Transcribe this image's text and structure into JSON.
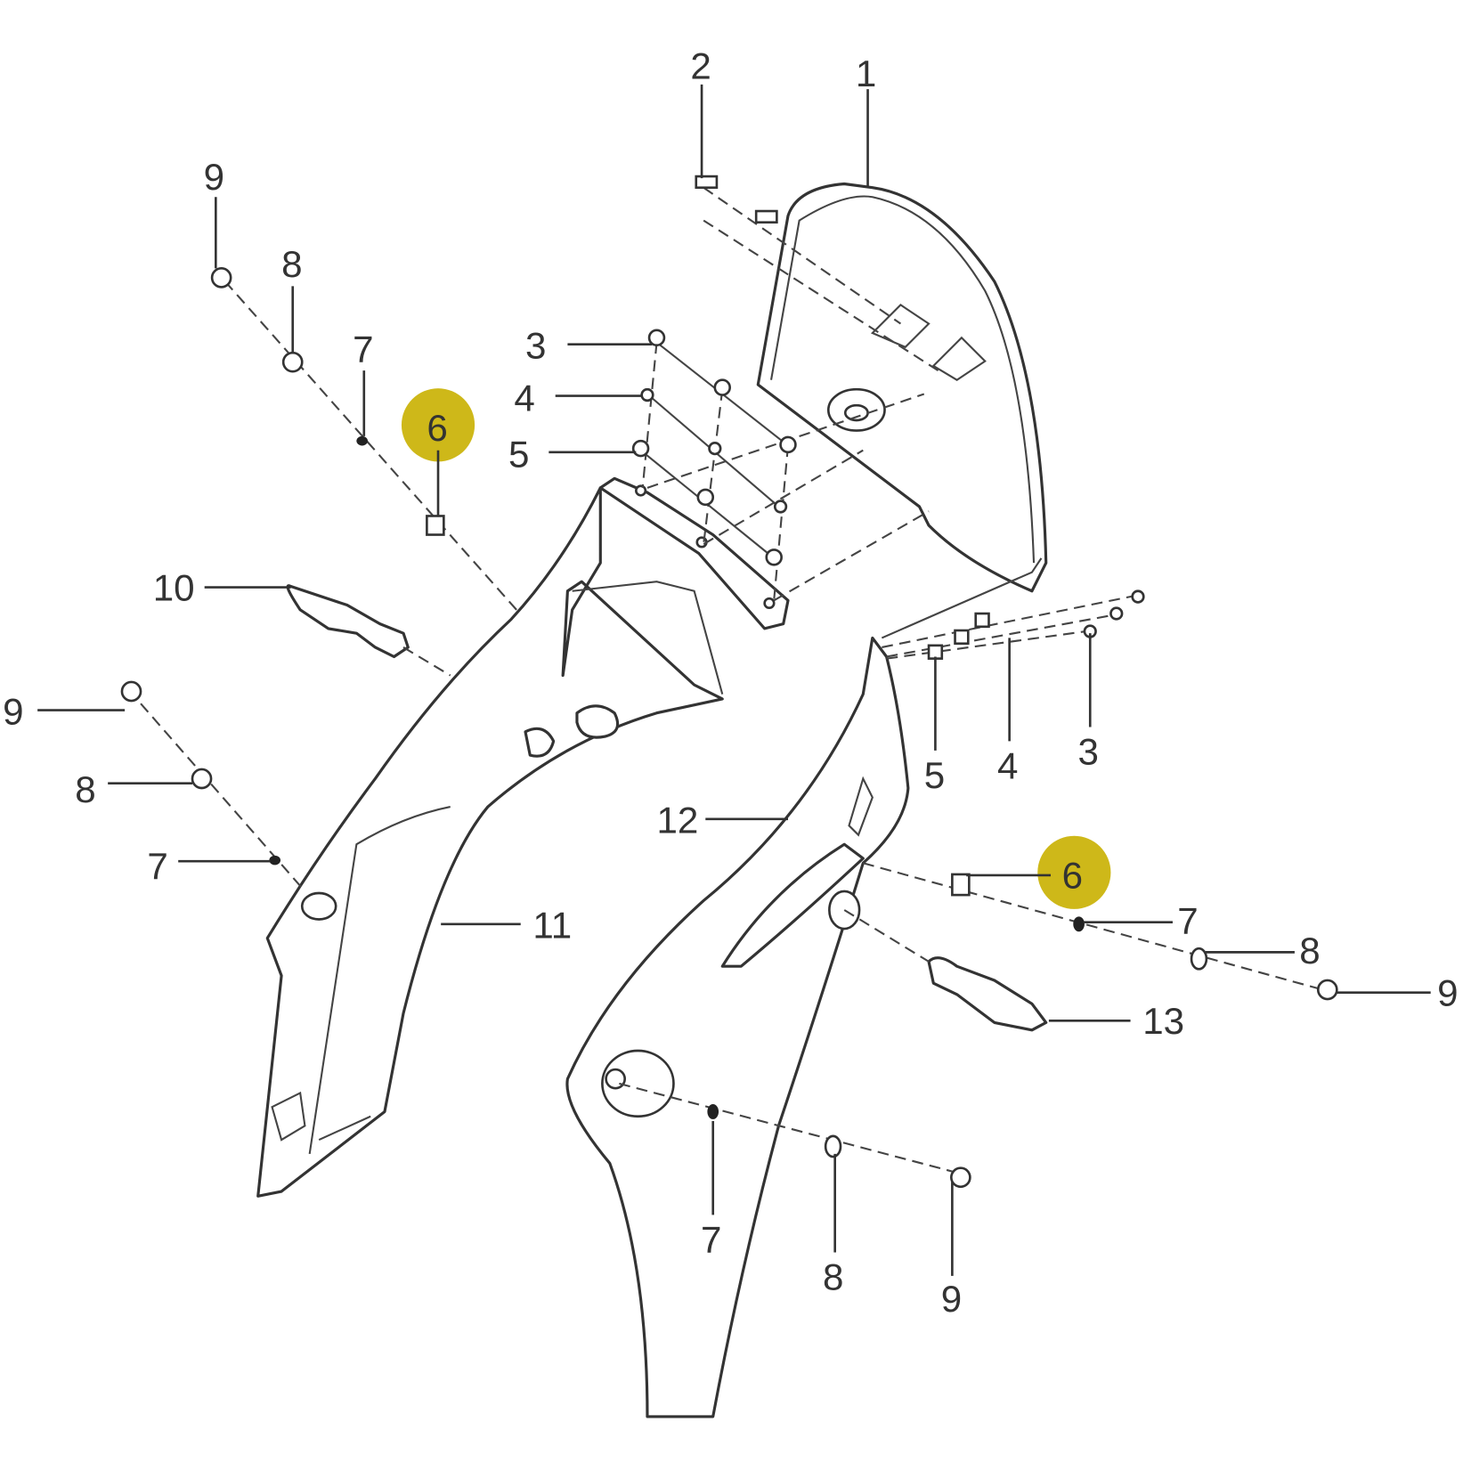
{
  "diagram": {
    "type": "exploded parts diagram",
    "highlight_color": "#c9b000",
    "highlighted_part": "6",
    "callouts": [
      {
        "id": "c1",
        "label": "1"
      },
      {
        "id": "c2",
        "label": "2"
      },
      {
        "id": "c3a",
        "label": "3"
      },
      {
        "id": "c4a",
        "label": "4"
      },
      {
        "id": "c5a",
        "label": "5"
      },
      {
        "id": "c3b",
        "label": "3"
      },
      {
        "id": "c4b",
        "label": "4"
      },
      {
        "id": "c5b",
        "label": "5"
      },
      {
        "id": "c6a",
        "label": "6"
      },
      {
        "id": "c6b",
        "label": "6"
      },
      {
        "id": "c7a",
        "label": "7"
      },
      {
        "id": "c7b",
        "label": "7"
      },
      {
        "id": "c7c",
        "label": "7"
      },
      {
        "id": "c7d",
        "label": "7"
      },
      {
        "id": "c8a",
        "label": "8"
      },
      {
        "id": "c8b",
        "label": "8"
      },
      {
        "id": "c8c",
        "label": "8"
      },
      {
        "id": "c8d",
        "label": "8"
      },
      {
        "id": "c9a",
        "label": "9"
      },
      {
        "id": "c9b",
        "label": "9"
      },
      {
        "id": "c9c",
        "label": "9"
      },
      {
        "id": "c9d",
        "label": "9"
      },
      {
        "id": "c10",
        "label": "10"
      },
      {
        "id": "c11",
        "label": "11"
      },
      {
        "id": "c12",
        "label": "12"
      },
      {
        "id": "c13",
        "label": "13"
      }
    ]
  }
}
